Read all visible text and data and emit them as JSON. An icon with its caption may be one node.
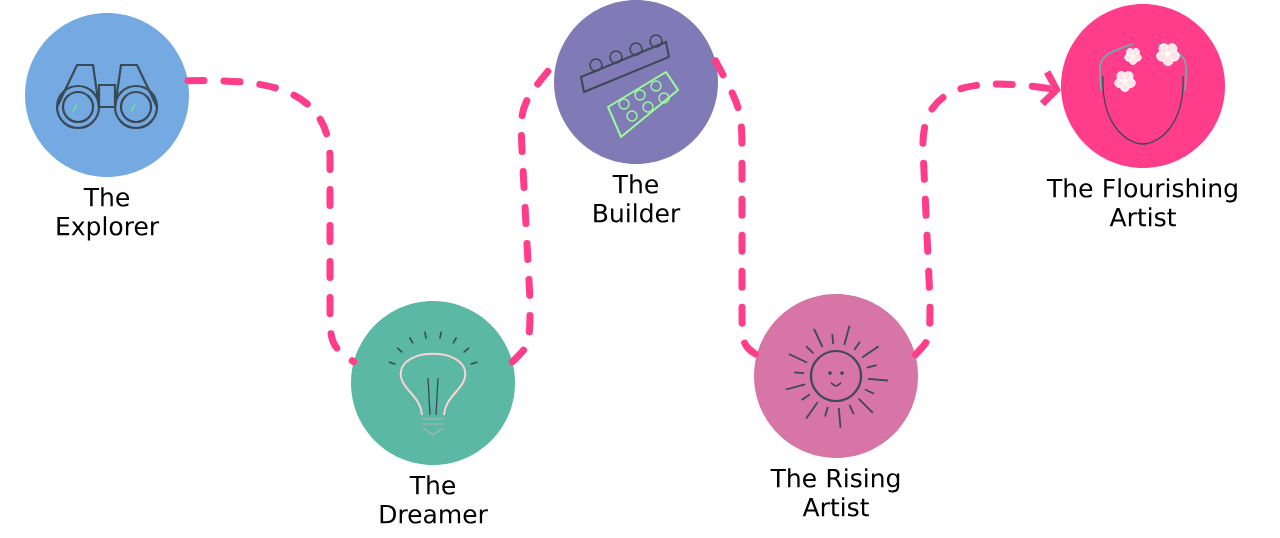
{
  "diagram": {
    "nodes": [
      {
        "text": [
          "The Explorer"
        ]
      },
      {
        "text": [
          "The Dreamer"
        ]
      },
      {
        "text": [
          "The Builder"
        ]
      },
      {
        "text": [
          "The Rising Artist"
        ]
      },
      {
        "text": [
          "The Flourishing Artist"
        ]
      }
    ],
    "edges": [
      {
        "from": 0,
        "to": 1,
        "arrow": "none",
        "style": "dashed"
      },
      {
        "from": 1,
        "to": 2,
        "arrow": "none",
        "style": "dashed"
      },
      {
        "from": 2,
        "to": 3,
        "arrow": "none",
        "style": "dashed"
      },
      {
        "from": 3,
        "to": 4,
        "arrow": "to",
        "style": "dashed"
      }
    ]
  }
}
